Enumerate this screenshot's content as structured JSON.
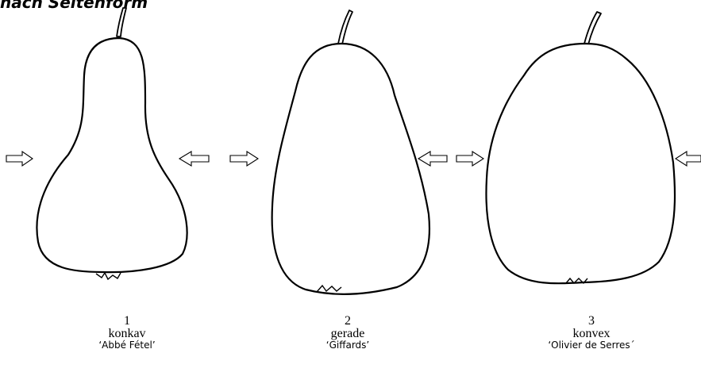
{
  "header": {
    "partial_text": "nach Seitenform"
  },
  "pears": [
    {
      "number": "1",
      "shape": "konkav",
      "variety": "‘Abbé Fétel’"
    },
    {
      "number": "2",
      "shape": "gerade",
      "variety": "‘Giffards’"
    },
    {
      "number": "3",
      "shape": "konvex",
      "variety": "‘Olivier de Serres´"
    }
  ],
  "icons": {
    "arrow": "arrow-icon",
    "stem": "stem-icon",
    "calyx": "calyx-icon"
  }
}
